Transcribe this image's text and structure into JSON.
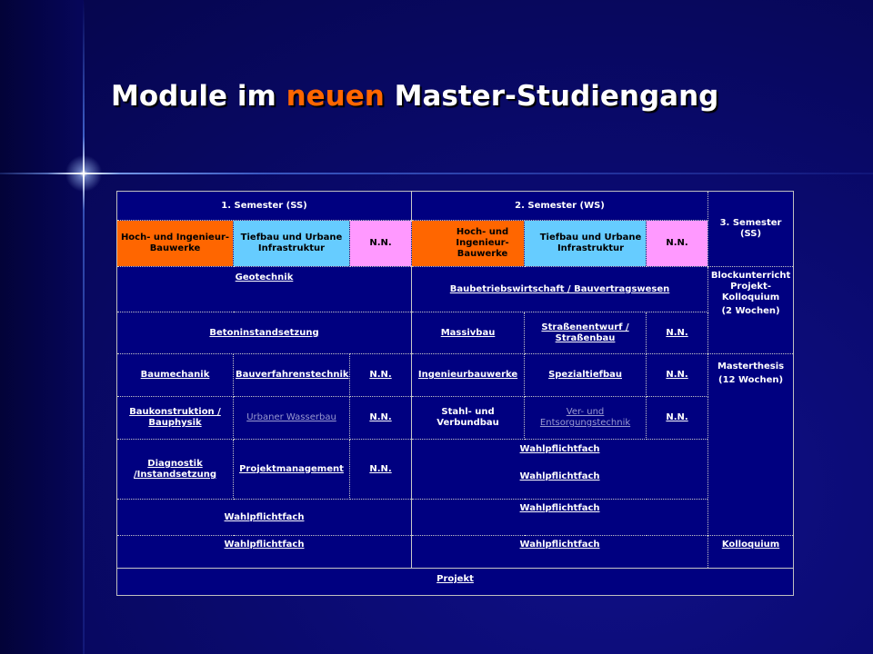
{
  "slide": {
    "title_pre": "Module im ",
    "title_accent": "neuen",
    "title_post": " Master-Studiengang"
  },
  "table": {
    "sem1_header": "1. Semester (SS)",
    "sem2_header": "2. Semester (WS)",
    "sem3_header": "3. Semester (SS)",
    "tracks": {
      "hoch_s1": "Hoch- und Ingenieur-Bauwerke",
      "tief_s1": "Tiefbau und Urbane Infrastruktur",
      "nn_s1": "N.N.",
      "hoch_s2": "Hoch- und Ingenieur-Bauwerke",
      "tief_s2": "Tiefbau und Urbane Infrastruktur",
      "nn_s2": "N.N."
    },
    "geotechnik": "Geotechnik",
    "baubetrieb": "Baubetriebswirtschaft / Bauvertragswesen",
    "blockunterricht": "Blockunterricht",
    "projekt_kolloquium": "Projekt-Kolloquium",
    "zwei_wochen": "(2 Wochen)",
    "betoninstandsetzung": "Betoninstandsetzung",
    "massivbau": "Massivbau",
    "strassenentwurf": "Straßenentwurf / Straßenbau",
    "nn_r3": "N.N.",
    "masterthesis": "Masterthesis",
    "zwoelf_wochen": "(12 Wochen)",
    "baumechanik": "Baumechanik",
    "bauverfahrenstechnik": "Bauverfahrenstechnik",
    "nn_r4a": "N.N.",
    "ingenieurbauwerke": "Ingenieurbauwerke",
    "spezialtiefbau": "Spezialtiefbau",
    "nn_r4b": "N.N.",
    "baukonstruktion": "Baukonstruktion / Bauphysik",
    "urbaner_wasserbau": "Urbaner Wasserbau",
    "nn_r5a": "N.N.",
    "stahl_verbundbau": "Stahl- und Verbundbau",
    "ver_entsorgung": "Ver- und Entsorgungstechnik",
    "nn_r5b": "N.N.",
    "diagnostik": "Diagnostik /Instandsetzung",
    "projektmanagement": "Projektmanagement",
    "nn_r6": "N.N.",
    "wahl_r6_1": "Wahlpflichtfach",
    "wahl_r6_2": "Wahlpflichtfach",
    "wahl_r7_s1": "Wahlpflichtfach",
    "wahl_r7_s2": "Wahlpflichtfach",
    "wahl_r8_s1": "Wahlpflichtfach",
    "wahl_r8_s2": "Wahlpflichtfach",
    "kolloquium": "Kolloquium",
    "projekt": "Projekt"
  },
  "colors": {
    "background": "#0a0a6e",
    "table_bg": "#000080",
    "accent_orange": "#ff6600",
    "cyan": "#66ccff",
    "pink": "#ff99ff"
  }
}
